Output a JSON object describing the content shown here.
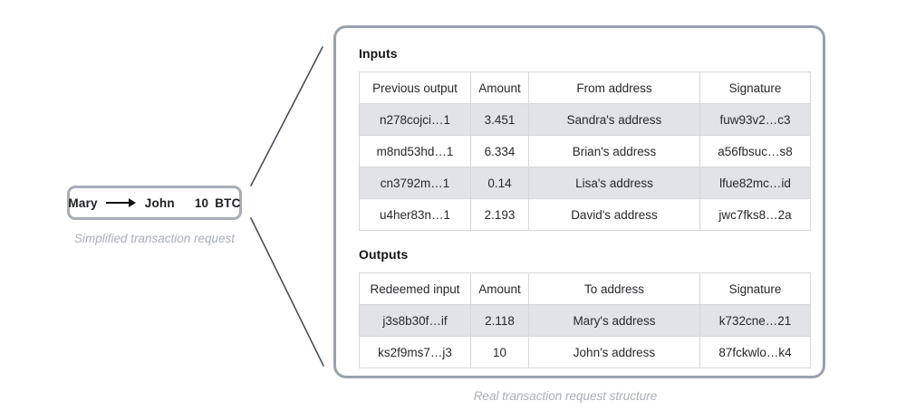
{
  "simplified": {
    "from": "Mary",
    "arrow_icon": "right-arrow-icon",
    "to": "John",
    "amount": "10",
    "currency": "BTC",
    "caption": "Simplified transaction request"
  },
  "real": {
    "caption": "Real transaction request structure",
    "inputs": {
      "title": "Inputs",
      "columns": [
        "Previous output",
        "Amount",
        "From address",
        "Signature"
      ],
      "rows": [
        [
          "n278cojci…1",
          "3.451",
          "Sandra's address",
          "fuw93v2…c3"
        ],
        [
          "m8nd53hd…1",
          "6.334",
          "Brian's address",
          "a56fbsuc…s8"
        ],
        [
          "cn3792m…1",
          "0.14",
          "Lisa's address",
          "lfue82mc…id"
        ],
        [
          "u4her83n…1",
          "2.193",
          "David's address",
          "jwc7fks8…2a"
        ]
      ]
    },
    "outputs": {
      "title": "Outputs",
      "columns": [
        "Redeemed input",
        "Amount",
        "To address",
        "Signature"
      ],
      "rows": [
        [
          "j3s8b30f…if",
          "2.118",
          "Mary's address",
          "k732cne…21"
        ],
        [
          "ks2f9ms7…j3",
          "10",
          "John's address",
          "87fckwlo…k4"
        ]
      ]
    }
  },
  "colors": {
    "card_border": "#9aa1ad",
    "box_border": "#a7adb8",
    "stripe": "#e2e3e6",
    "grid": "#d5d7db",
    "caption": "#a9aeb8",
    "connector": "#4a4f57"
  }
}
